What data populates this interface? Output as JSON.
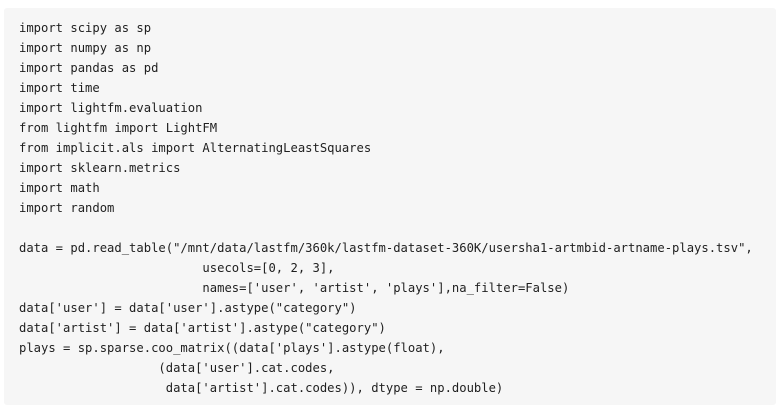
{
  "code": {
    "lines": [
      "import scipy as sp",
      "import numpy as np",
      "import pandas as pd",
      "import time",
      "import lightfm.evaluation",
      "from lightfm import LightFM",
      "from implicit.als import AlternatingLeastSquares",
      "import sklearn.metrics",
      "import math",
      "import random",
      "",
      "data = pd.read_table(\"/mnt/data/lastfm/360k/lastfm-dataset-360K/usersha1-artmbid-artname-plays.tsv\",",
      "                         usecols=[0, 2, 3],",
      "                         names=['user', 'artist', 'plays'],na_filter=False)",
      "data['user'] = data['user'].astype(\"category\")",
      "data['artist'] = data['artist'].astype(\"category\")",
      "plays = sp.sparse.coo_matrix((data['plays'].astype(float),",
      "                   (data['user'].cat.codes,",
      "                    data['artist'].cat.codes)), dtype = np.double)"
    ]
  }
}
